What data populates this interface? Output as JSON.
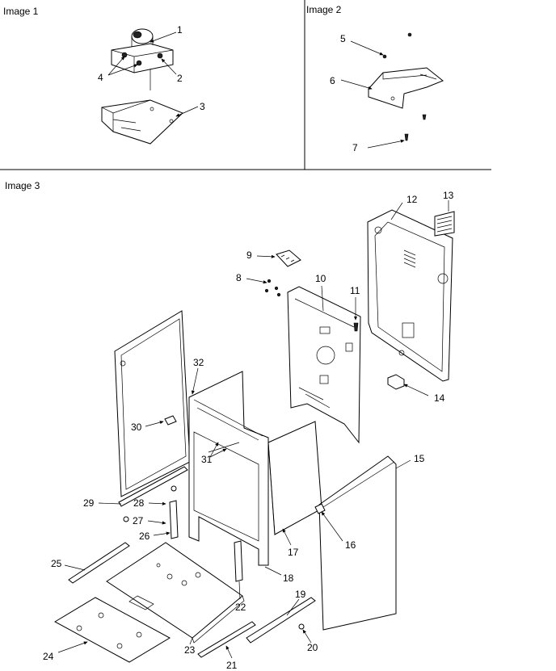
{
  "panels": {
    "image1": "Image 1",
    "image2": "Image 2",
    "image3": "Image 3"
  },
  "callouts": [
    "1",
    "2",
    "3",
    "4",
    "5",
    "6",
    "7",
    "8",
    "9",
    "10",
    "11",
    "12",
    "13",
    "14",
    "15",
    "16",
    "17",
    "18",
    "19",
    "20",
    "21",
    "22",
    "23",
    "24",
    "25",
    "26",
    "27",
    "28",
    "29",
    "30",
    "31",
    "32"
  ]
}
